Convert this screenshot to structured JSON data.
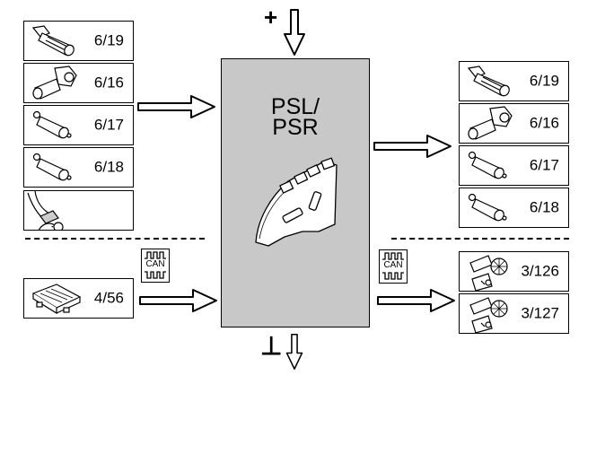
{
  "module": {
    "title_line1": "PSL/",
    "title_line2": "PSR",
    "icon": "seat-control-module-icon",
    "fill_color": "#c8c8c8"
  },
  "power": {
    "positive_symbol": "+",
    "ground_symbol": "⊥"
  },
  "inputs": {
    "components": [
      {
        "label": "6/19",
        "icon": "seat-motor-icon"
      },
      {
        "label": "6/16",
        "icon": "seat-motor-gearbox-icon"
      },
      {
        "label": "6/17",
        "icon": "cylinder-motor-icon"
      },
      {
        "label": "6/18",
        "icon": "cylinder-motor-icon"
      },
      {
        "label": "",
        "icon": "seat-switch-icon"
      }
    ],
    "can_components": [
      {
        "label": "4/56",
        "icon": "control-unit-icon"
      }
    ],
    "can_label": "CAN"
  },
  "outputs": {
    "components": [
      {
        "label": "6/19",
        "icon": "seat-motor-icon"
      },
      {
        "label": "6/16",
        "icon": "seat-motor-gearbox-icon"
      },
      {
        "label": "6/17",
        "icon": "cylinder-motor-icon"
      },
      {
        "label": "6/18",
        "icon": "cylinder-motor-icon"
      }
    ],
    "can_components": [
      {
        "label": "3/126",
        "icon": "lumbar-pump-icon"
      },
      {
        "label": "3/127",
        "icon": "lumbar-pump-icon"
      }
    ],
    "can_label": "CAN"
  }
}
